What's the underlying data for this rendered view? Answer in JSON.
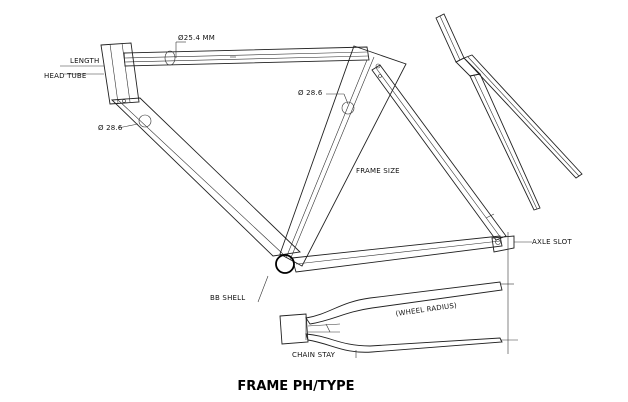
{
  "labels": {
    "top_tube_diameter": "Ø25.4 MM",
    "length": "LENGTH",
    "head_tube": "HEAD TUBE",
    "down_tube_diameter": "Ø 28.6",
    "seat_tube_diameter": "Ø 28.6",
    "frame_size": "FRAME SIZE",
    "axle_slot": "AXLE SLOT",
    "bb_shell": "BB SHELL",
    "wheel_radius": "(WHEEL RADIUS)",
    "chain_stay": "CHAIN STAY"
  },
  "caption": "FRAME PH/TYPE"
}
